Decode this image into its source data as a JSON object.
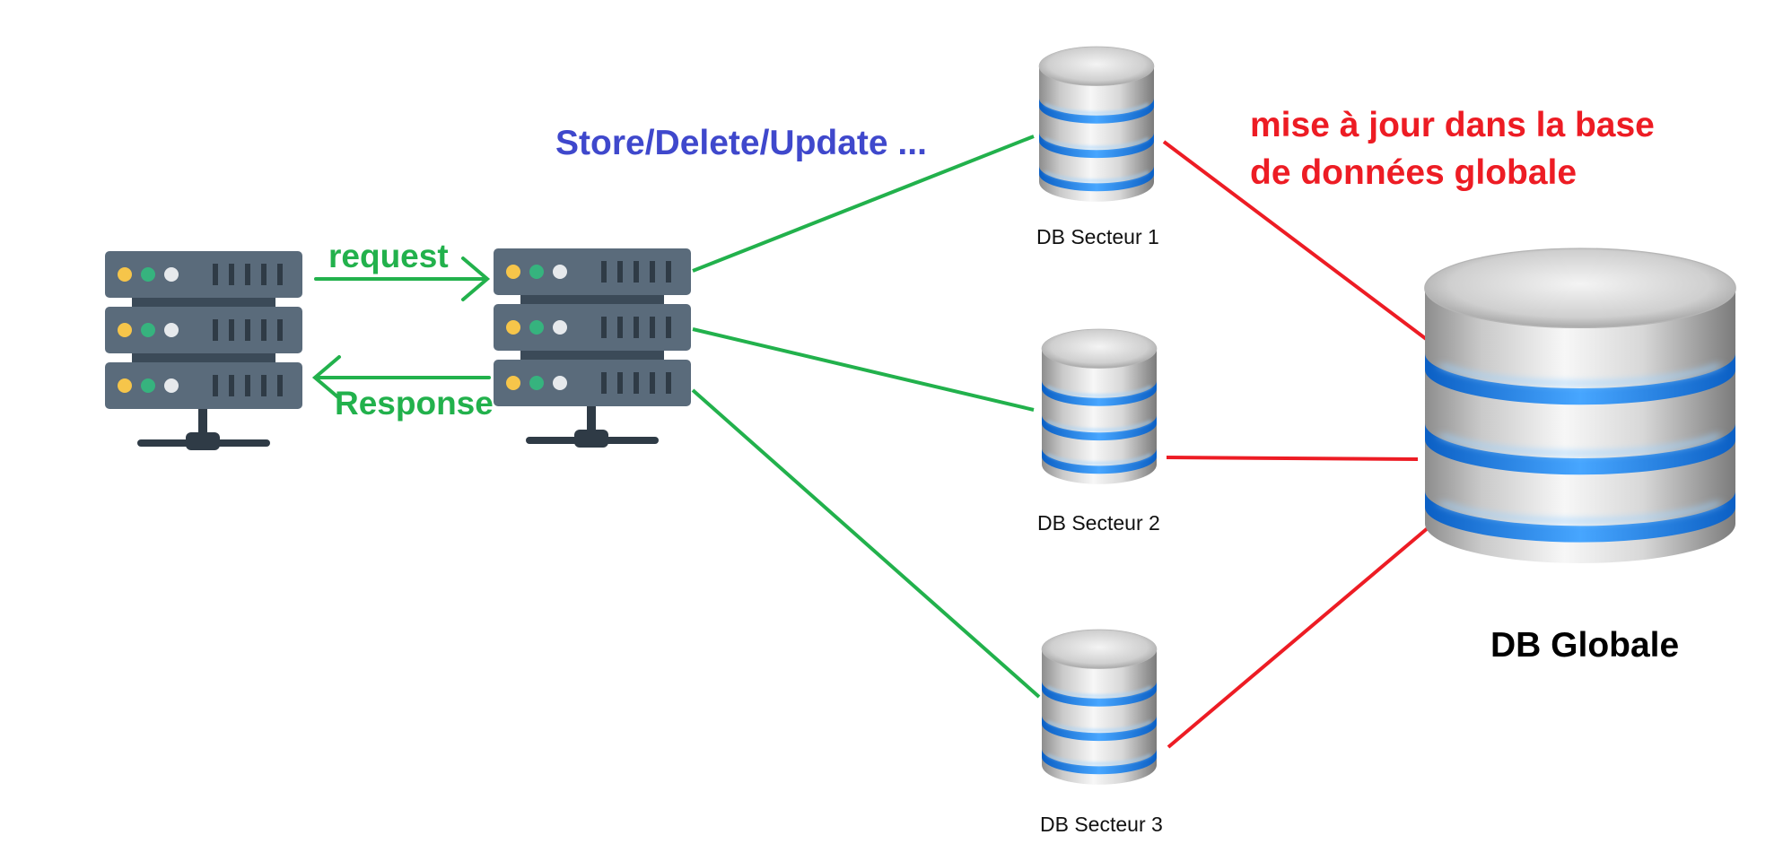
{
  "labels": {
    "request": "request",
    "response": "Response",
    "operations": "Store/Delete/Update ...",
    "sync_note_line1": "mise à jour dans la base",
    "sync_note_line2": "de données globale",
    "db1": "DB Secteur 1",
    "db2": "DB Secteur 2",
    "db3": "DB Secteur 3",
    "db_global": "DB Globale"
  },
  "icons": {
    "client": "server-rack-icon",
    "app_server": "server-rack-icon",
    "sector_db": "database-cylinder-icon",
    "global_db": "database-cylinder-icon"
  },
  "colors": {
    "server_body": "#5a6b7b",
    "server_dark": "#3b4a58",
    "led_yellow": "#f6c54a",
    "led_green": "#36b37e",
    "led_white": "#e6e9ec",
    "green_link": "#22b14c",
    "red_link": "#ed1c24",
    "blue_text": "#3f48cc",
    "db_band": "#2f8fff"
  }
}
